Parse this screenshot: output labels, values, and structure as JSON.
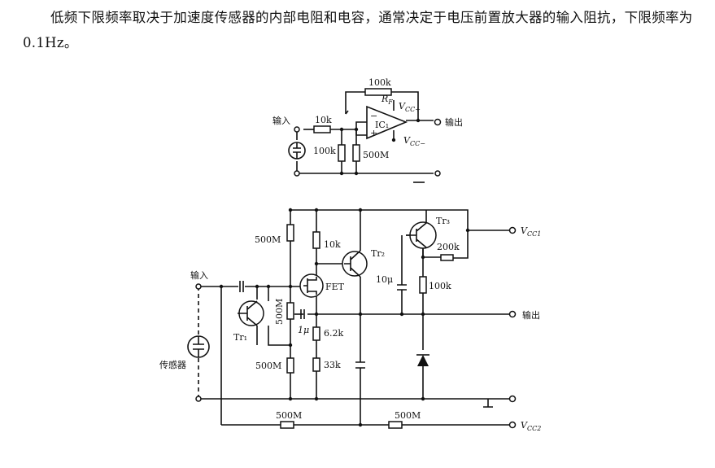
{
  "intro": {
    "text": "低频下限频率取决于加速度传感器的内部电阻和电容，通常决定于电压前置放大器的输入阻抗，下限频率为 0.1Hz。"
  },
  "top_circuit": {
    "input": "输入",
    "output": "输出",
    "opamp": "IC₁",
    "rf_label": "R",
    "rf_sub": "F",
    "rf_value": "100k",
    "r_in": "10k",
    "r_shunt": "100k",
    "r_bias": "500M",
    "vcc_plus": "V",
    "vcc_plus_sub": "CC+",
    "vcc_minus": "V",
    "vcc_minus_sub": "CC−",
    "minus_sign": "−",
    "plus_sign": "+"
  },
  "bottom_circuit": {
    "input": "输入",
    "sensor": "传感器",
    "output": "输出",
    "vcc1": "V",
    "vcc1_sub": "CC1",
    "vcc2": "V",
    "vcc2_sub": "CC2",
    "tr1": "Tr₁",
    "tr2": "Tr₂",
    "tr3": "Tr₃",
    "fet": "FET",
    "r_500m_top": "500M",
    "r_500m_tr1": "500M",
    "r_500m_bot": "500M",
    "r_500m_rail_left": "500M",
    "r_500m_rail_right": "500M",
    "r_10k": "10k",
    "r_6_2k": "6.2k",
    "r_33k": "33k",
    "r_200k": "200k",
    "r_100k": "100k",
    "c_1u": "1μ",
    "c_10u": "10μ"
  }
}
